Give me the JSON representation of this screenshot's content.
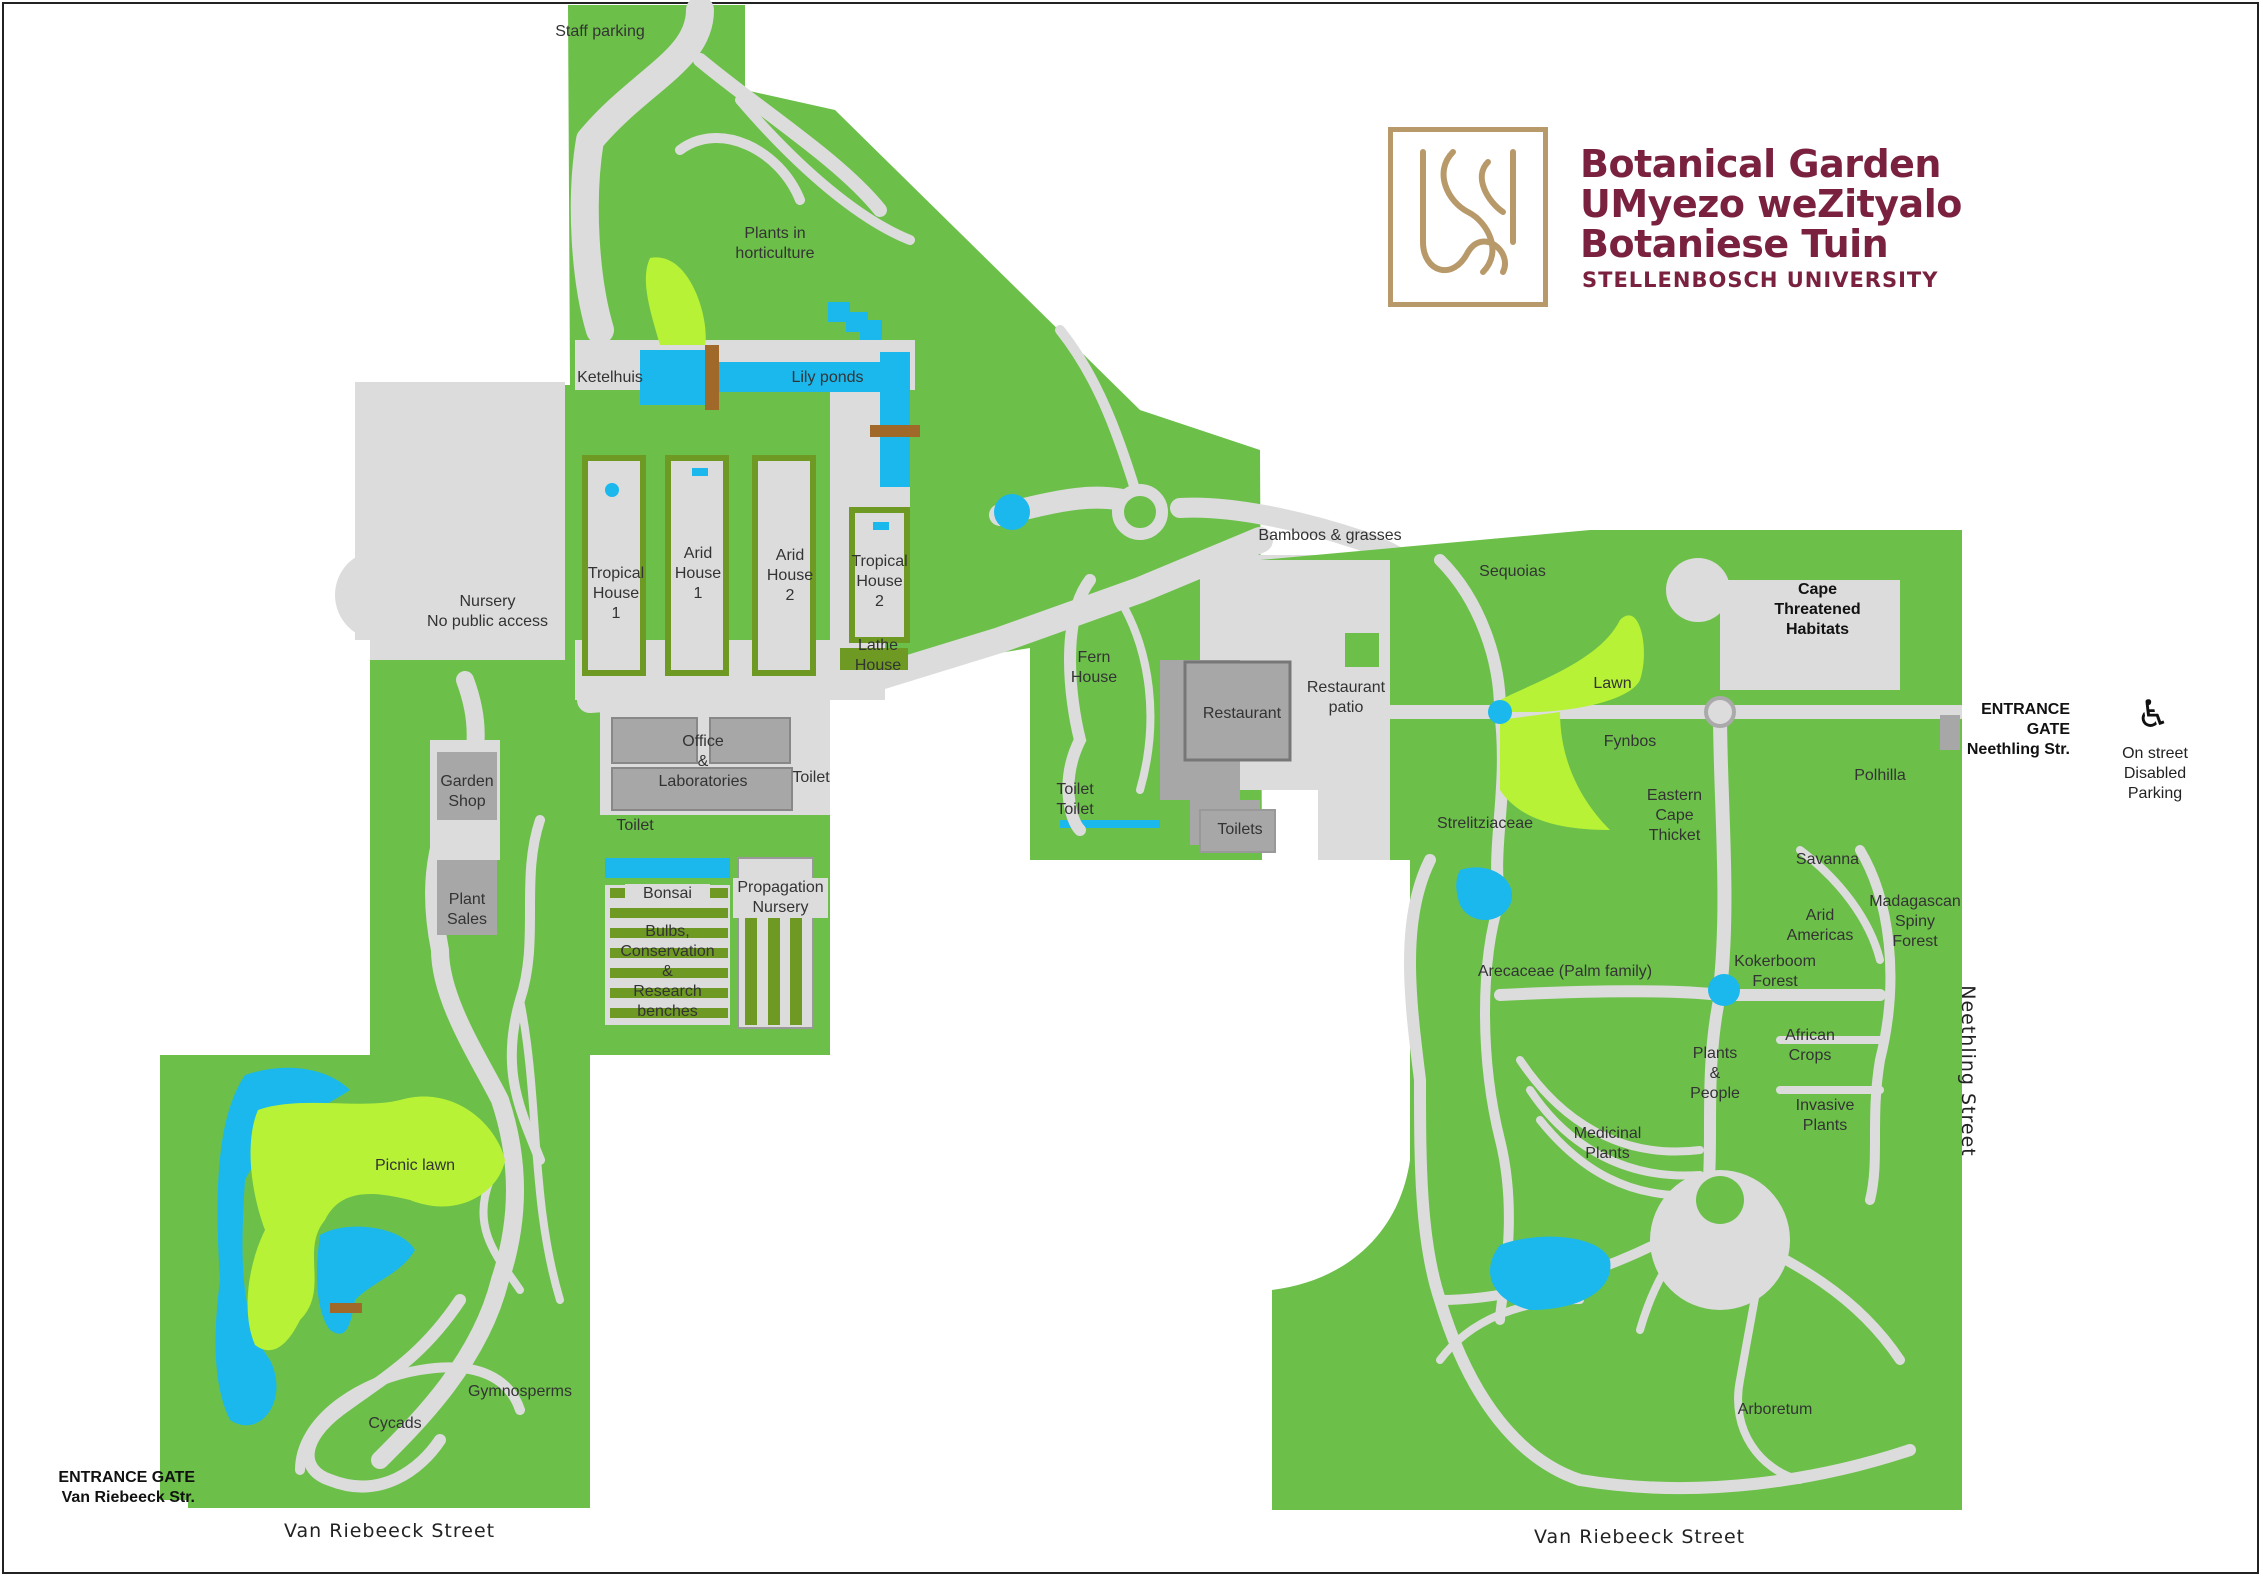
{
  "branding": {
    "title_lines": [
      "Botanical Garden",
      "UMyezo weZityalo",
      "Botaniese Tuin"
    ],
    "university": "STELLENBOSCH UNIVERSITY",
    "logo_icon": "stellenbosch-university-logo-icon",
    "colors": {
      "maroon": "#7b2140",
      "gold": "#b8996a"
    }
  },
  "colors": {
    "lawn_green": "#6cc04a",
    "light_lawn": "#b7f236",
    "path_grey": "#dcdcdc",
    "building_grey": "#a7a7a7",
    "water_blue": "#1ab8ec",
    "bridge_brown": "#a0692a",
    "olive_beds": "#6e9a23"
  },
  "streets": {
    "van_riebeeck_left": "Van Riebeeck Street",
    "van_riebeeck_right": "Van Riebeeck Street",
    "neethling": "Neethling Street"
  },
  "gates": {
    "neethling": {
      "line1": "ENTRANCE GATE",
      "line2": "Neethling Str."
    },
    "van_riebeeck": {
      "line1": "ENTRANCE GATE",
      "line2": "Van Riebeeck Str."
    }
  },
  "parking_note": {
    "icon": "wheelchair-icon",
    "text": "On street\nDisabled\nParking"
  },
  "labels": {
    "staff_parking": "Staff parking",
    "plants_in_horticulture": "Plants in\nhorticulture",
    "ketelhuis": "Ketelhuis",
    "lily_ponds": "Lily ponds",
    "nursery": "Nursery\nNo public access",
    "tropical_house_1": "Tropical\nHouse\n1",
    "arid_house_1": "Arid\nHouse\n1",
    "arid_house_2": "Arid\nHouse\n2",
    "tropical_house_2": "Tropical\nHouse\n2",
    "lathe_house": "Lathe\nHouse",
    "office_labs": "Office\n&\nLaboratories",
    "toilet_office_right": "Toilet",
    "toilet_office_left": "Toilet",
    "garden_shop": "Garden\nShop",
    "plant_sales": "Plant\nSales",
    "bonsai": "Bonsai",
    "bulbs": "Bulbs,\nConservation\n&\nResearch\nbenches",
    "propagation": "Propagation\nNursery",
    "fern_house": "Fern\nHouse",
    "toilet_fern": "Toilet\nToilet",
    "restaurant": "Restaurant",
    "toilets": "Toilets",
    "restaurant_patio": "Restaurant\npatio",
    "bamboos": "Bamboos & grasses",
    "sequoias": "Sequoias",
    "cape_threatened": "Cape\nThreatened\nHabitats",
    "lawn": "Lawn",
    "fynbos": "Fynbos",
    "eastern_cape": "Eastern\nCape\nThicket",
    "polhilla": "Polhilla",
    "strelitziaceae": "Strelitziaceae",
    "savanna": "Savanna",
    "arid_americas": "Arid\nAmericas",
    "madagascan": "Madagascan\nSpiny\nForest",
    "arecaceae": "Arecaceae (Palm family)",
    "kokerboom": "Kokerboom\nForest",
    "african_crops": "African\nCrops",
    "plants_people": "Plants\n&\nPeople",
    "invasive": "Invasive\nPlants",
    "medicinal": "Medicinal\nPlants",
    "arboretum": "Arboretum",
    "picnic_lawn": "Picnic lawn",
    "gymnosperms": "Gymnosperms",
    "cycads": "Cycads"
  }
}
